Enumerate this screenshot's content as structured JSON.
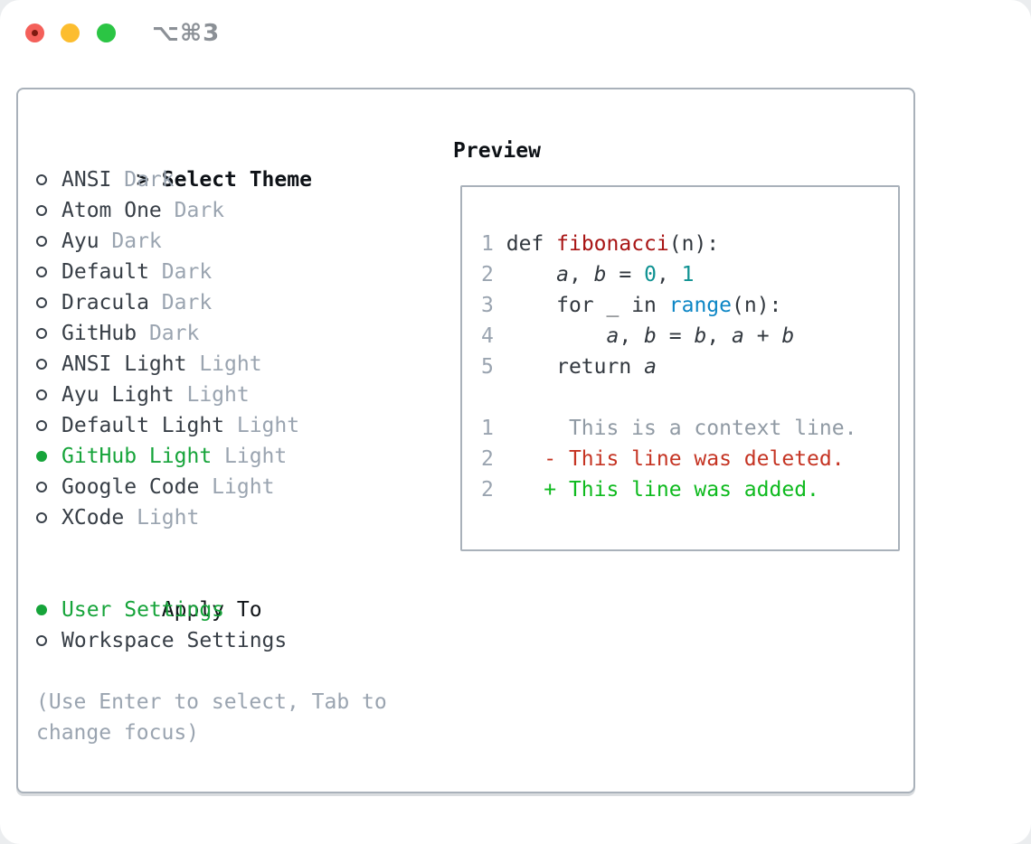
{
  "window": {
    "titlebar_shortcut": "⌥⌘3",
    "traffic_lights": [
      {
        "name": "close",
        "color": "#f4605a"
      },
      {
        "name": "minimize",
        "color": "#fcbd2f"
      },
      {
        "name": "zoom",
        "color": "#2bc544"
      }
    ]
  },
  "left_panel": {
    "header_marker": ">",
    "header_label": "Select Theme",
    "themes": [
      {
        "name": "ANSI",
        "variant": "Dark",
        "selected": false
      },
      {
        "name": "Atom One",
        "variant": "Dark",
        "selected": false
      },
      {
        "name": "Ayu",
        "variant": "Dark",
        "selected": false
      },
      {
        "name": "Default",
        "variant": "Dark",
        "selected": false
      },
      {
        "name": "Dracula",
        "variant": "Dark",
        "selected": false
      },
      {
        "name": "GitHub",
        "variant": "Dark",
        "selected": false
      },
      {
        "name": "ANSI Light",
        "variant": "Light",
        "selected": false
      },
      {
        "name": "Ayu Light",
        "variant": "Light",
        "selected": false
      },
      {
        "name": "Default Light",
        "variant": "Light",
        "selected": false
      },
      {
        "name": "GitHub Light",
        "variant": "Light",
        "selected": true
      },
      {
        "name": "Google Code",
        "variant": "Light",
        "selected": false
      },
      {
        "name": "XCode",
        "variant": "Light",
        "selected": false
      }
    ],
    "apply_to_label": "Apply To",
    "apply_options": [
      {
        "name": "User Settings",
        "selected": true
      },
      {
        "name": "Workspace Settings",
        "selected": false
      }
    ],
    "help_text": "(Use Enter to select, Tab to change focus)"
  },
  "preview": {
    "label": "Preview",
    "code_lines": [
      {
        "segments": [
          [
            "ln",
            "1"
          ],
          [
            "pl",
            " "
          ],
          [
            "kw",
            "def"
          ],
          [
            "pl",
            " "
          ],
          [
            "fn",
            "fibonacci"
          ],
          [
            "pl",
            "(n):"
          ]
        ]
      },
      {
        "segments": [
          [
            "ln",
            "2"
          ],
          [
            "pl",
            "     "
          ],
          [
            "va",
            "a"
          ],
          [
            "pl",
            ", "
          ],
          [
            "va",
            "b"
          ],
          [
            "pl",
            " = "
          ],
          [
            "nu",
            "0"
          ],
          [
            "pl",
            ", "
          ],
          [
            "nu",
            "1"
          ]
        ]
      },
      {
        "segments": [
          [
            "ln",
            "3"
          ],
          [
            "pl",
            "     "
          ],
          [
            "kw",
            "for"
          ],
          [
            "pl",
            " _ "
          ],
          [
            "kw",
            "in"
          ],
          [
            "pl",
            " "
          ],
          [
            "bi",
            "range"
          ],
          [
            "pl",
            "(n):"
          ]
        ]
      },
      {
        "segments": [
          [
            "ln",
            "4"
          ],
          [
            "pl",
            "         "
          ],
          [
            "va",
            "a"
          ],
          [
            "pl",
            ", "
          ],
          [
            "va",
            "b"
          ],
          [
            "pl",
            " = "
          ],
          [
            "va",
            "b"
          ],
          [
            "pl",
            ", "
          ],
          [
            "va",
            "a"
          ],
          [
            "pl",
            " + "
          ],
          [
            "va",
            "b"
          ]
        ]
      },
      {
        "segments": [
          [
            "ln",
            "5"
          ],
          [
            "pl",
            "     "
          ],
          [
            "kw",
            "return"
          ],
          [
            "pl",
            " "
          ],
          [
            "va",
            "a"
          ]
        ]
      },
      {
        "segments": []
      },
      {
        "segments": [
          [
            "ln",
            "1"
          ],
          [
            "ctx",
            "      This is a context line."
          ]
        ]
      },
      {
        "segments": [
          [
            "ln",
            "2"
          ],
          [
            "del",
            "    - This line was deleted."
          ]
        ]
      },
      {
        "segments": [
          [
            "ln",
            "2"
          ],
          [
            "add",
            "    + This line was added."
          ]
        ]
      }
    ]
  },
  "colors": {
    "selection_green": "#16a43a",
    "diff_added_green": "#0eba1e",
    "diff_deleted_red": "#c53423",
    "context_gray": "#909aa4",
    "muted_gray": "#9aa4b0",
    "text_dark": "#373e46",
    "syntax_title_red": "#a81414",
    "syntax_number_teal": "#0f9292",
    "syntax_builtin_blue": "#0c86c5",
    "border_gray": "#a9b1ba"
  }
}
